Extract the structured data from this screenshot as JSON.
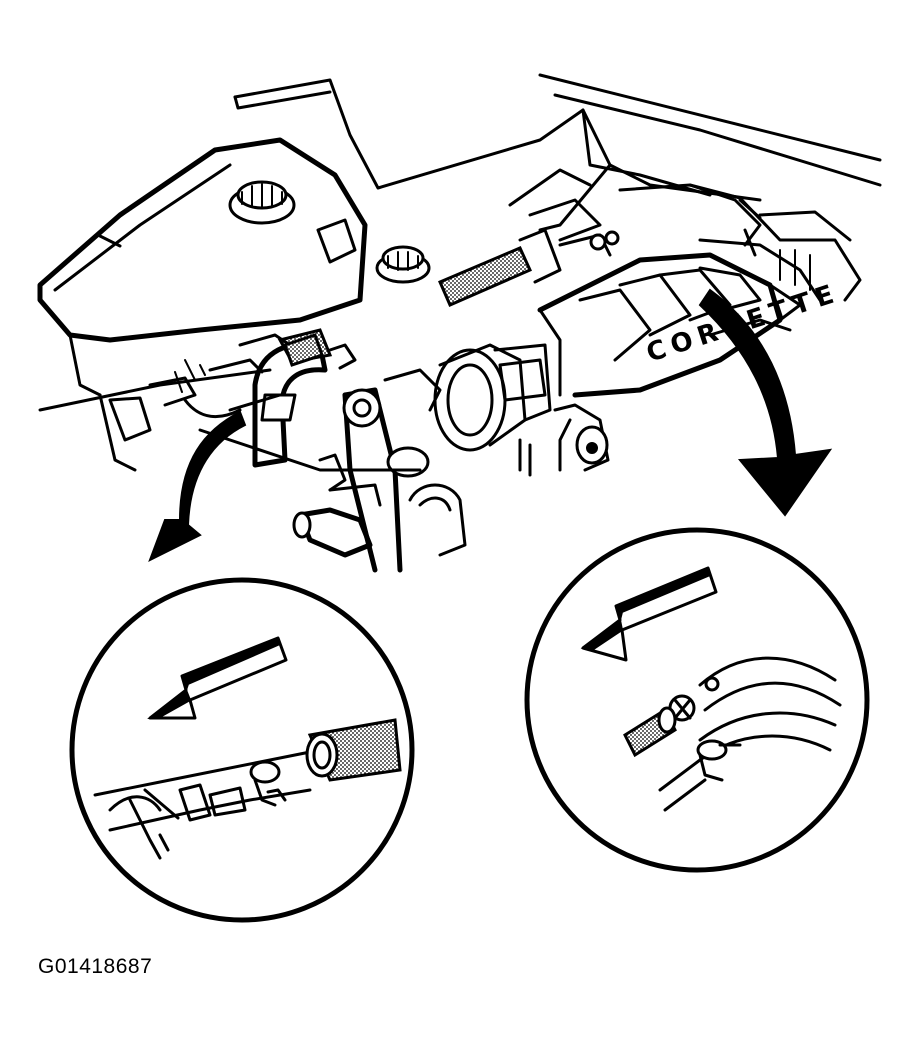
{
  "figure": {
    "id": "G01418687"
  },
  "engine": {
    "valve_cover_lettering": "CORVETTE"
  },
  "callouts": [
    {
      "name": "left-detail",
      "arrow_direction": "down-left"
    },
    {
      "name": "right-detail",
      "arrow_direction": "down-left"
    }
  ]
}
